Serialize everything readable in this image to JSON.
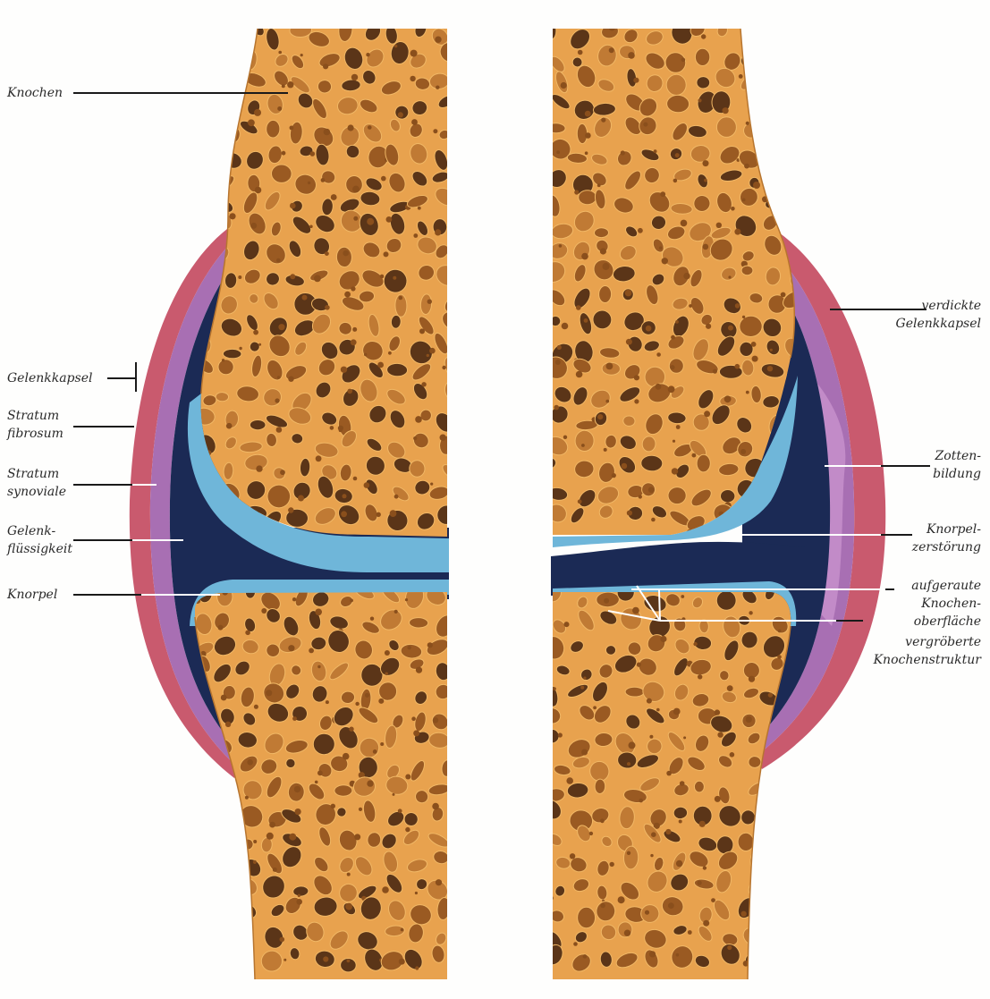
{
  "labels_left": {
    "knochen": [
      "Knochen"
    ],
    "gelenkkapsel": [
      "Gelenkkapsel"
    ],
    "stratum_fibrosum": [
      "Stratum",
      "fibrosum"
    ],
    "stratum_synoviale": [
      "Stratum",
      "synoviale"
    ],
    "gelenkfluessigkeit": [
      "Gelenk-",
      "flüssigkeit"
    ],
    "knorpel": [
      "Knorpel"
    ]
  },
  "labels_right": {
    "verdickte_gelenkkapsel": [
      "verdickte",
      "Gelenkkapsel"
    ],
    "zottenbildung": [
      "Zotten-",
      "bildung"
    ],
    "knorpelzerstoerung": [
      "Knorpel-",
      "zerstörung"
    ],
    "aufgeraute_knochenoberflaeche": [
      "aufgeraute",
      "Knochen-",
      "oberfläche"
    ],
    "vergroeberte_knochenstruktur": [
      "vergröberte",
      "Knochenstruktur"
    ]
  },
  "colors": {
    "bone": "#e8a24e",
    "bone_light": "#f1b866",
    "pore_dark": "#5b3518",
    "pore_mid": "#9a5a22",
    "cartilage": "#6fb6d9",
    "cartilage_light": "#9ed0e8",
    "fluid": "#1b2a55",
    "synovial": "#a86fb3",
    "capsule": "#c95a6e",
    "leader_dark": "#1a1a1a",
    "leader_light": "#ffffff"
  }
}
